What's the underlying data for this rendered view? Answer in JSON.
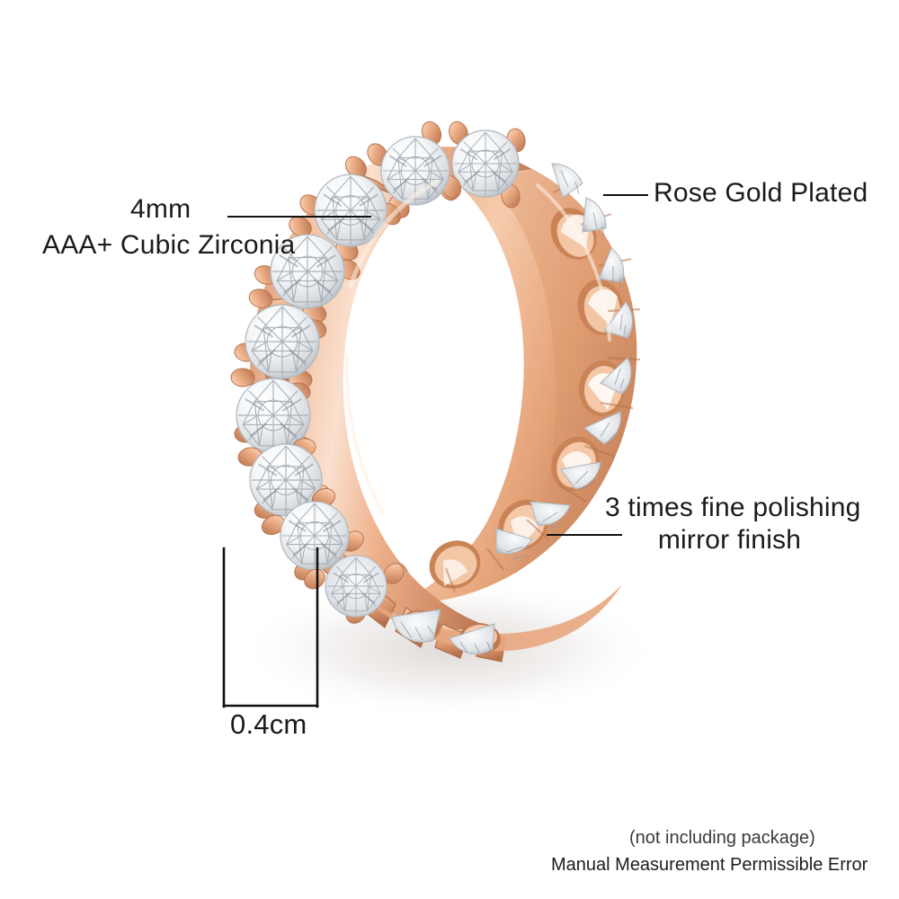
{
  "page": {
    "type": "product-detail-image",
    "subject": "rose gold plated cubic zirconia eternity band ring",
    "background_color": "#ffffff"
  },
  "annotations": {
    "stone_size": {
      "label": "4mm",
      "name": "stone-size-callout"
    },
    "stone_material": {
      "label": "AAA+ Cubic Zirconia",
      "name": "stone-material-callout"
    },
    "plating": {
      "label": "Rose Gold Plated",
      "name": "plating-callout"
    },
    "polishing": {
      "line1": "3 times fine polishing",
      "line2": "mirror finish",
      "name": "polishing-callout"
    },
    "band_width": {
      "label": "0.4cm",
      "name": "band-width-dimension"
    }
  },
  "footnotes": {
    "package": "(not including package)",
    "measurement": "Manual Measurement Permissible Error"
  },
  "colors": {
    "rose_gold_light": "#F7D6BE",
    "rose_gold_mid": "#E9A87F",
    "rose_gold_dark": "#C9815C",
    "rose_gold_shadow": "#AE6742",
    "stone_white": "#FDFDFD",
    "stone_grey": "#BFC3C7",
    "line_black": "#111111",
    "text_black": "#1b1b1b"
  }
}
